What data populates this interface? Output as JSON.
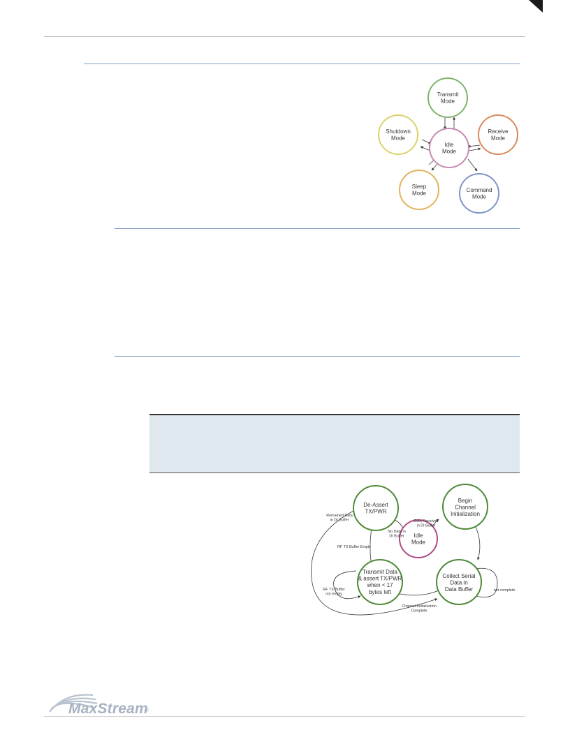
{
  "modes_diagram": {
    "center": "Idle\nMode",
    "modes": {
      "transmit": "Transmit\nMode",
      "receive": "Receive\nMode",
      "command": "Command\nMode",
      "sleep": "Sleep\nMode",
      "shutdown": "Shutdown\nMode"
    },
    "colors": {
      "center": "#c58ab0",
      "transmit": "#7fb46a",
      "receive": "#d98a5c",
      "command": "#7f94c9",
      "sleep": "#e2b35b",
      "shutdown": "#d9d36a"
    }
  },
  "flow_diagram": {
    "states": {
      "deassert": "De-Assert\nTX/PWR",
      "begin": "Begin\nChannel\nInitialization",
      "idle": "Idle\nMode",
      "transmit": "Transmit Data\n& assert TX/PWR\nwhen < 17\nbytes left",
      "collect": "Collect Serial\nData in\nData Buffer"
    },
    "labels": {
      "remained": "Remained Data\nin DI Buffer",
      "nodata": "No Data in\nDI Buffer",
      "received": "Data Received\nin DI Buffer",
      "rf_empty": "RF TX Buffer Empty",
      "rf_not_empty": "RF TX Buffer\nnot empty",
      "not_complete": "not complete",
      "chan_complete": "Channel Initialization\nComplete"
    },
    "colors": {
      "green": "#4f8a3a",
      "idle": "#b04a86"
    }
  },
  "logo": {
    "name": "MaxStream",
    "mark": "®"
  }
}
